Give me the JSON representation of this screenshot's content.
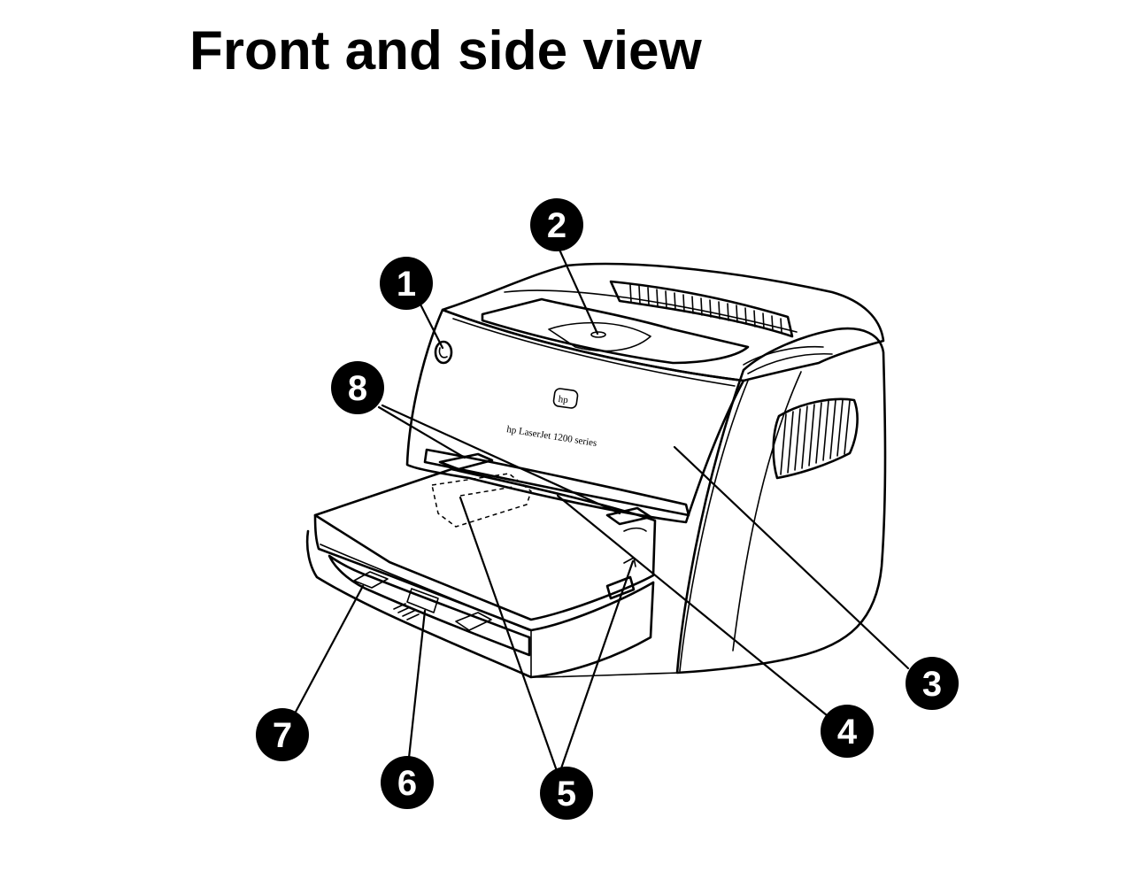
{
  "page": {
    "title": "Front and side view"
  },
  "printer": {
    "brand_logo": "hp",
    "model_text": "hp LaserJet 1200 series"
  },
  "callouts": [
    {
      "number": "1"
    },
    {
      "number": "2"
    },
    {
      "number": "3"
    },
    {
      "number": "4"
    },
    {
      "number": "5"
    },
    {
      "number": "6"
    },
    {
      "number": "7"
    },
    {
      "number": "8"
    }
  ]
}
